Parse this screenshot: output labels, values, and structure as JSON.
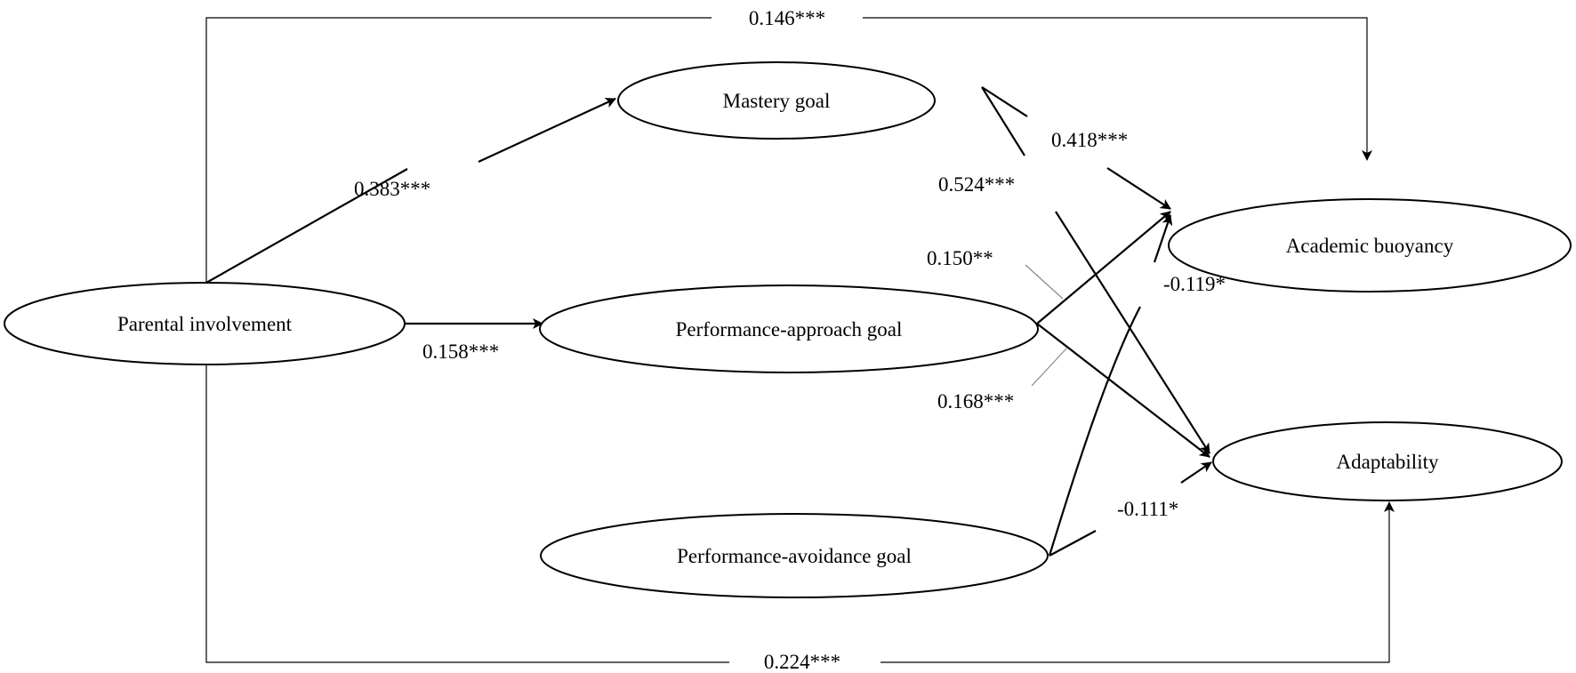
{
  "nodes": {
    "parental": "Parental involvement",
    "mastery": "Mastery goal",
    "perf_approach": "Performance-approach goal",
    "perf_avoidance": "Performance-avoidance goal",
    "buoyancy": "Academic buoyancy",
    "adaptability": "Adaptability"
  },
  "coefficients": {
    "parental_to_buoyancy": "0.146***",
    "parental_to_mastery": "0.383***",
    "parental_to_perf_approach": "0.158***",
    "parental_to_adaptability": "0.224***",
    "mastery_to_buoyancy": "0.418***",
    "mastery_to_adaptability": "0.524***",
    "perf_approach_to_buoyancy": "0.150**",
    "perf_approach_to_adaptability": "0.168***",
    "perf_avoidance_to_buoyancy": "-0.119*",
    "perf_avoidance_to_adaptability": "-0.111*"
  }
}
